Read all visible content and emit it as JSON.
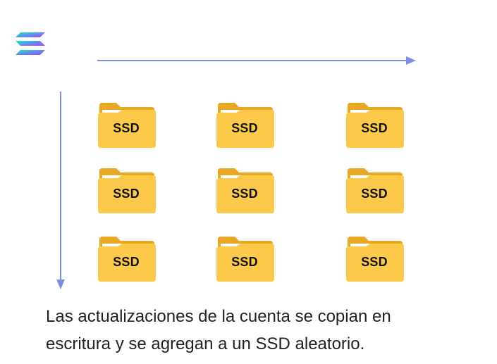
{
  "logo": {
    "icon": "solana-logo-icon"
  },
  "axes": {
    "horizontal": {
      "icon": "arrow-right-icon",
      "color": "#7f8fe0"
    },
    "vertical": {
      "icon": "arrow-down-icon",
      "color": "#7f8fe0"
    }
  },
  "folders": {
    "icon": "folder-icon",
    "color_back": "#e8a823",
    "color_front": "#fcc94a",
    "items": [
      {
        "label": "SSD"
      },
      {
        "label": "SSD"
      },
      {
        "label": "SSD"
      },
      {
        "label": "SSD"
      },
      {
        "label": "SSD"
      },
      {
        "label": "SSD"
      },
      {
        "label": "SSD"
      },
      {
        "label": "SSD"
      },
      {
        "label": "SSD"
      }
    ]
  },
  "caption": {
    "line1": "Las actualizaciones de la cuenta se copian en",
    "line2": "escritura y se agregan a un SSD aleatorio."
  }
}
